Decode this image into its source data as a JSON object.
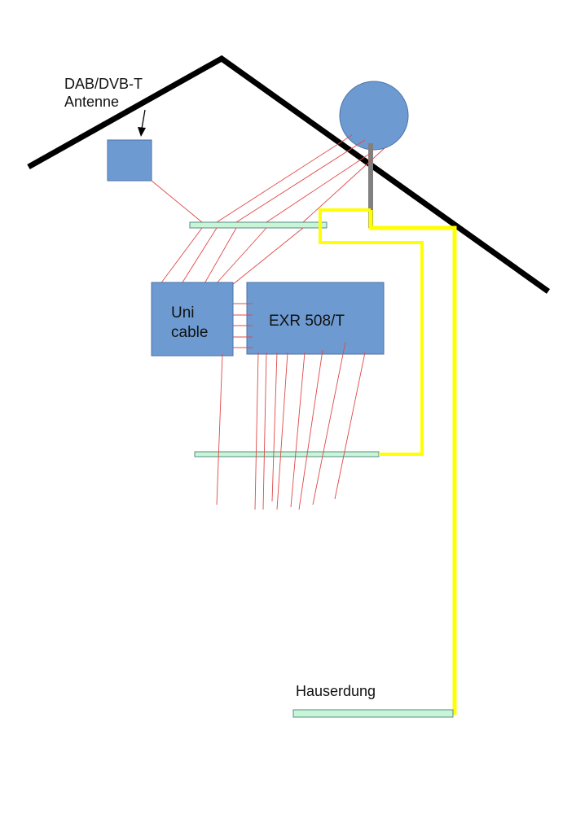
{
  "labels": {
    "antenna_line1": "DAB/DVB-T",
    "antenna_line2": "Antenne",
    "unicable_line1": "Uni",
    "unicable_line2": "cable",
    "multiswitch": "EXR 508/T",
    "ground": "Hauserdung"
  },
  "colors": {
    "roof": "#000000",
    "box_fill": "#6d9bd1",
    "box_stroke": "#4a72a8",
    "rail_fill": "#c6f5d8",
    "rail_stroke": "#5a8a80",
    "cable": "#e04848",
    "ground_wire": "#ffff00",
    "mast": "#808080"
  }
}
